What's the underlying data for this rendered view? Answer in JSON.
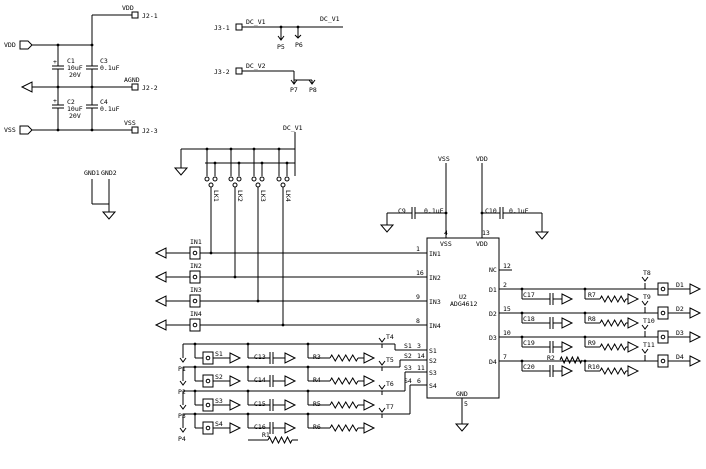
{
  "connectors": {
    "j2_1": "J2-1",
    "j2_2": "J2-2",
    "j2_3": "J2-3",
    "j3_1": "J3-1",
    "j3_2": "J3-2"
  },
  "nets": {
    "vdd": "VDD",
    "vss": "VSS",
    "agnd": "AGND",
    "dc_v1": "DC_V1",
    "dc_v2": "DC_V2",
    "gnd1": "GND1",
    "gnd2": "GND2",
    "gnd": "GND"
  },
  "components": {
    "c1": "C1",
    "c1_val": "10uF",
    "c1_v": "20V",
    "c2": "C2",
    "c2_val": "10uF",
    "c2_v": "20V",
    "c3": "C3",
    "c3_val": "0.1uF",
    "c4": "C4",
    "c4_val": "0.1uF",
    "c9": "C9",
    "c9_val": "0.1uF",
    "c10": "C10",
    "c10_val": "0.1uF",
    "u2": "U2",
    "u2_part": "ADG4612",
    "caps": [
      "C13",
      "C14",
      "C15",
      "C16",
      "C17",
      "C18",
      "C19",
      "C20"
    ],
    "res": [
      "R1",
      "R2",
      "R3",
      "R4",
      "R5",
      "R6",
      "R7",
      "R8",
      "R9",
      "R10"
    ],
    "links": [
      "LK1",
      "LK2",
      "LK3",
      "LK4"
    ],
    "probes": [
      "P1",
      "P2",
      "P3",
      "P4",
      "P5",
      "P6",
      "P7",
      "P8"
    ],
    "tps": [
      "T4",
      "T5",
      "T6",
      "T7",
      "T8",
      "T9",
      "T10",
      "T11"
    ],
    "inputs": [
      "IN1",
      "IN2",
      "IN3",
      "IN4"
    ],
    "sources": [
      "S1",
      "S2",
      "S3",
      "S4"
    ],
    "drains": [
      "D1",
      "D2",
      "D3",
      "D4"
    ]
  },
  "ic": {
    "left_pins": [
      {
        "num": "1",
        "name": "IN1"
      },
      {
        "num": "16",
        "name": "IN2"
      },
      {
        "num": "9",
        "name": "IN3"
      },
      {
        "num": "8",
        "name": "IN4"
      }
    ],
    "s_pins": [
      {
        "num": "3",
        "name": "S1"
      },
      {
        "num": "14",
        "name": "S2"
      },
      {
        "num": "11",
        "name": "S3"
      },
      {
        "num": "6",
        "name": "S4"
      }
    ],
    "right_pins": [
      {
        "num": "12",
        "name": "NC"
      },
      {
        "num": "2",
        "name": "D1"
      },
      {
        "num": "15",
        "name": "D2"
      },
      {
        "num": "10",
        "name": "D3"
      },
      {
        "num": "7",
        "name": "D4"
      }
    ],
    "vss_pin": "4",
    "vss_name": "VSS",
    "vdd_pin": "13",
    "vdd_name": "VDD",
    "gnd_pin": "5"
  }
}
